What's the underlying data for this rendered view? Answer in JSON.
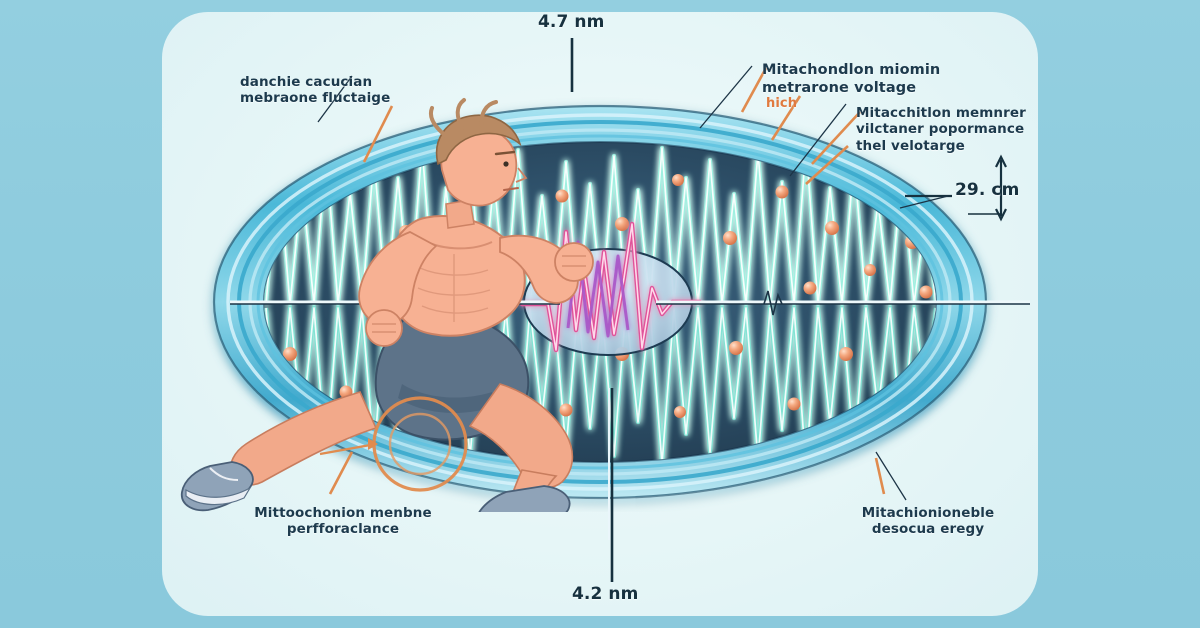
{
  "figure": {
    "type": "scientific-illustration",
    "subject": "mitochondrion cross-section with running athlete and membrane voltage waveform",
    "background_color": "#8ecce0",
    "panel_color": "#eaf7f8",
    "accent_color": "#e07a3f",
    "wave_color": "#7fead8",
    "pulse_color": "#e85f9c",
    "matrix_color": "#2b4a63",
    "membrane_color": "#49b8d8",
    "granule_color": "#f2a882"
  },
  "labels": {
    "top_left": "danchie cacucian\nmebraone fluctaige",
    "top_right_primary": "Mitachondlon miomin\nmetrarone voltage",
    "top_right_primary_sub": "hich",
    "top_right_secondary": "Mitacchitlon memnrer\nvilctaner popormance\nthel velotarge",
    "bottom_left": "Mittoochonion menbne\nperfforaclance",
    "bottom_right": "Mitachionioneble\ndesocua eregy"
  },
  "dimensions": {
    "top": "4.7 nm",
    "bottom": "4.2 nm",
    "right": "29. cm"
  },
  "chart_data": {
    "type": "line",
    "title": "",
    "xlabel": "",
    "ylabel": "",
    "legend": [],
    "grid": false,
    "series": [
      {
        "name": "upper membrane oscillation",
        "color": "#7fead8",
        "description": "high-frequency glowing cyan oscillation above the baseline",
        "amplitude": 1.0,
        "cycles": 17
      },
      {
        "name": "lower membrane oscillation",
        "color": "#7fead8",
        "description": "high-frequency glowing cyan oscillation below the baseline",
        "amplitude": 1.0,
        "cycles": 17
      },
      {
        "name": "central voltage pulse",
        "color": "#e85f9c",
        "description": "pink-magenta ECG-style spike train inside the central vesicle",
        "amplitude": 1.4,
        "cycles": 4
      }
    ],
    "baseline": "horizontal axis across the mitochondrial matrix"
  },
  "elements": {
    "runner": "muscular male athlete running, shirtless with blue-grey shorts and running shoes",
    "central_vesicle": "pale blue ellipse containing the voltage pulse",
    "highlight_ring": "orange circle marking the trailing shoe",
    "granules": "scattered peach-orange spheres in the matrix"
  }
}
